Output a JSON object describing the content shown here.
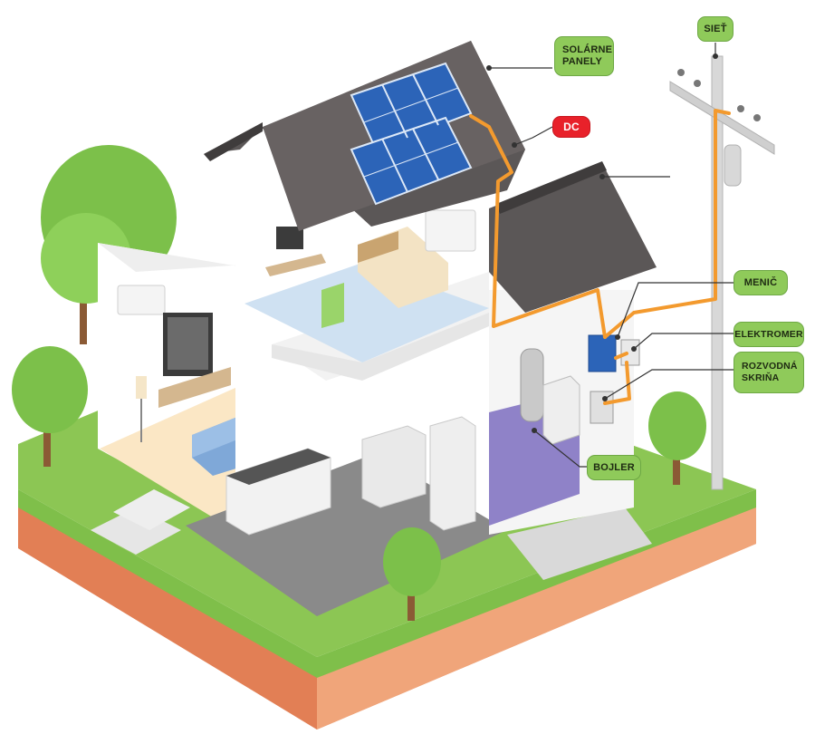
{
  "labels": {
    "solar_panels": "SOLÁRNE PANELY",
    "dc": "DC",
    "grid": "SIEŤ",
    "inverter": "MENIČ",
    "meter": "ELEKTROMER",
    "distribution_board": "ROZVODNÁ SKRIŇA",
    "boiler": "BOJLER"
  },
  "colors": {
    "label_green": "#8fca5a",
    "dc_red": "#e8212a",
    "cable_orange": "#f39a2e",
    "roof": "#5b5757",
    "grass": "#8cc654",
    "soil": "#e8946a",
    "panel_blue": "#2c64b8"
  }
}
